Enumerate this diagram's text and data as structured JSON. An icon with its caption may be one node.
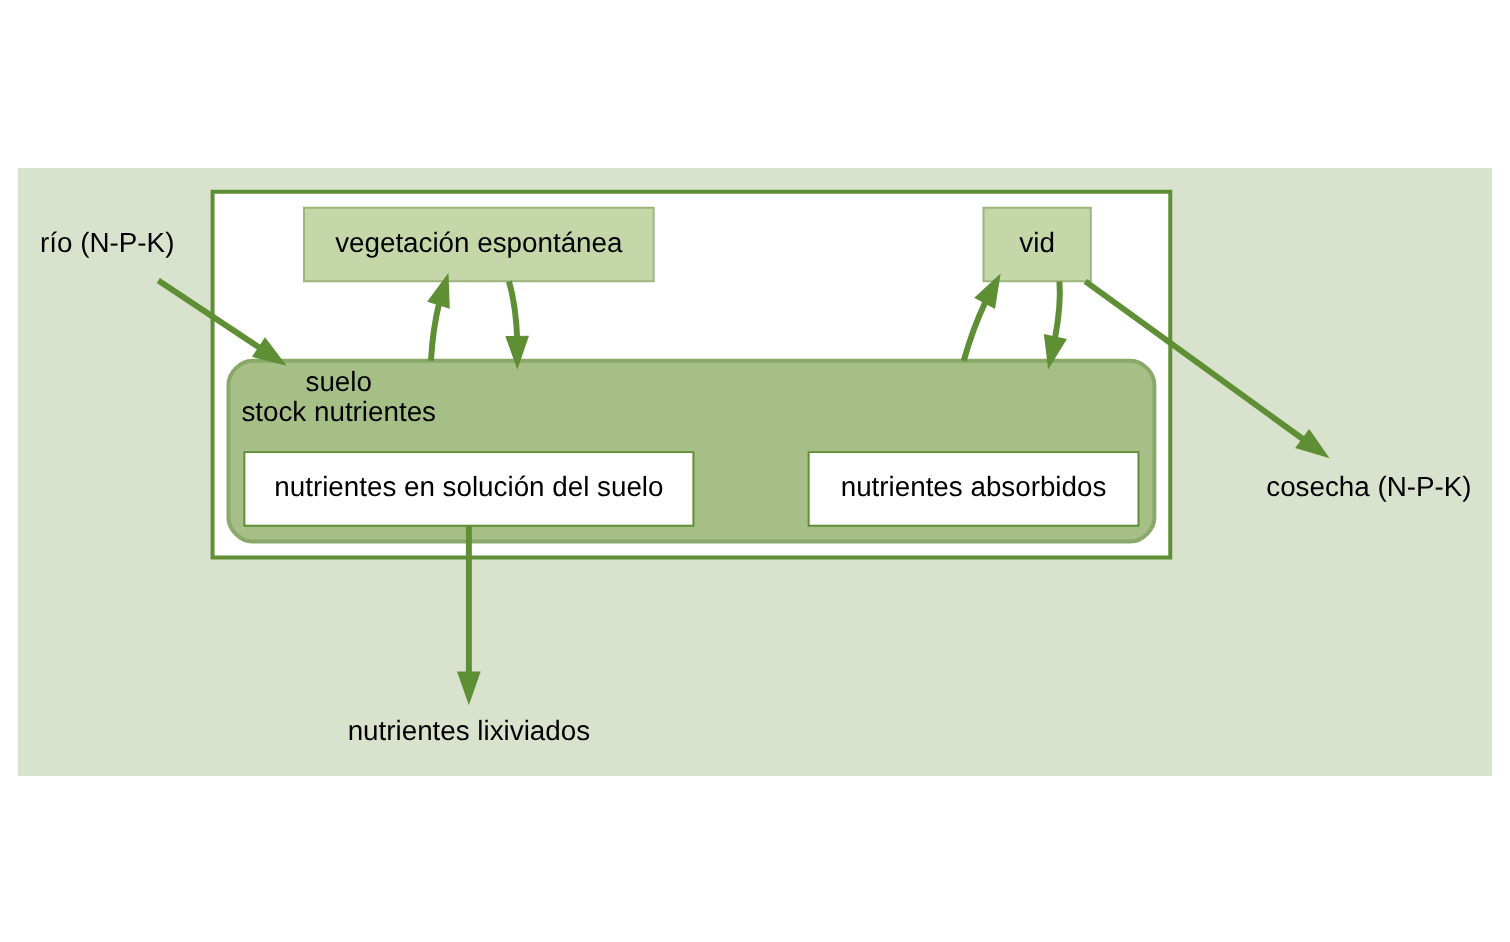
{
  "diagram": {
    "nodes": [
      {
        "text": [],
        "shape": "box"
      },
      {
        "text": [
          "vegetación espontánea"
        ],
        "in": 0
      },
      {
        "text": [
          "vid"
        ],
        "in": 0
      },
      {
        "text": [
          "suelo",
          "stock nutrientes"
        ],
        "in": 0
      },
      {
        "text": [
          "nutrientes en solución del suelo"
        ],
        "in": 3
      },
      {
        "text": [
          "nutrientes absorbidos"
        ],
        "in": 3
      },
      {
        "text": [
          "río (N-P-K)"
        ]
      },
      {
        "text": [
          "cosecha (N-P-K)"
        ]
      },
      {
        "text": [
          "nutrientes lixiviados"
        ]
      }
    ],
    "edges": [
      {
        "from": 1,
        "to": 3,
        "arrow": "to"
      },
      {
        "from": 3,
        "to": 1,
        "arrow": "to"
      },
      {
        "from": 2,
        "to": 3,
        "arrow": "to"
      },
      {
        "from": 3,
        "to": 2,
        "arrow": "to"
      },
      {
        "from": 6,
        "to": 3,
        "arrow": "to"
      },
      {
        "from": 2,
        "to": 7,
        "arrow": "to"
      },
      {
        "from": 4,
        "to": 8,
        "arrow": "to"
      }
    ]
  }
}
